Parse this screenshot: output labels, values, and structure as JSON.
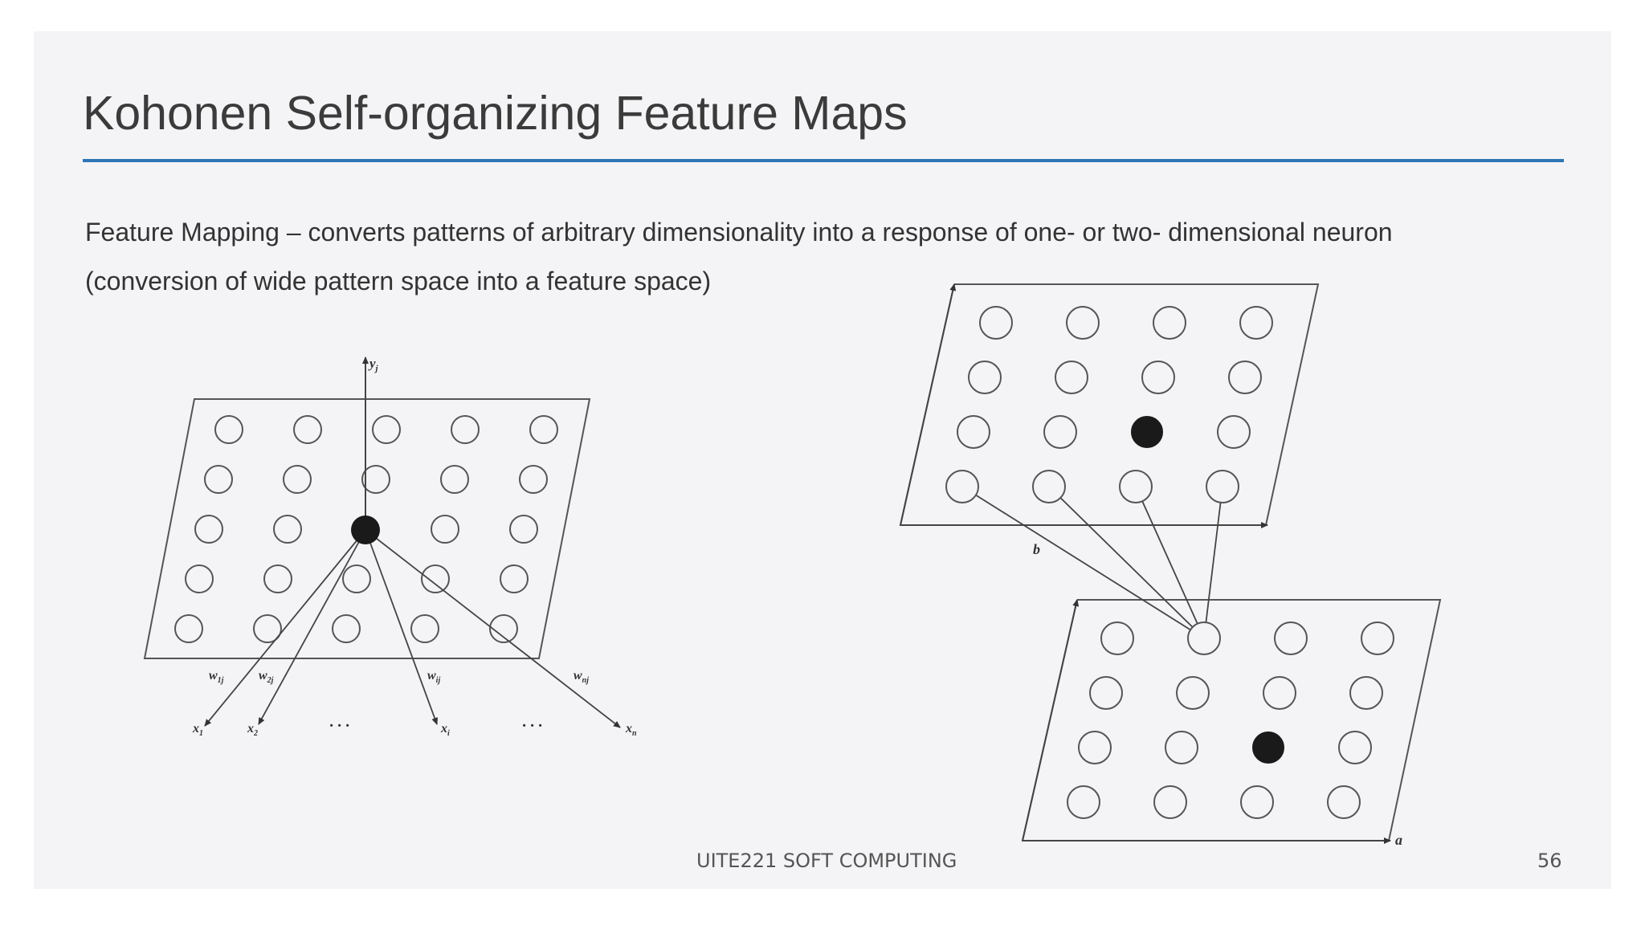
{
  "slide": {
    "title": "Kohonen Self-organizing Feature Maps",
    "body_line1": "Feature Mapping – converts patterns of arbitrary dimensionality into a response of one- or two- dimensional neuron",
    "body_line2": "(conversion of wide pattern space into a feature space)",
    "footer_center": "UITE221 SOFT COMPUTING",
    "page_number": "56"
  },
  "left_diagram": {
    "output_label": "y",
    "output_label_sub": "j",
    "weight_labels": [
      {
        "base": "w",
        "sub": "1j"
      },
      {
        "base": "w",
        "sub": "2j"
      },
      {
        "base": "w",
        "sub": "ij"
      },
      {
        "base": "w",
        "sub": "nj"
      }
    ],
    "input_labels": [
      {
        "base": "x",
        "sub": "1"
      },
      {
        "base": "x",
        "sub": "2"
      },
      {
        "base": "x",
        "sub": "i"
      },
      {
        "base": "x",
        "sub": "n"
      }
    ],
    "ellipsis": "· · ·"
  },
  "right_diagram": {
    "top_axis_label": "b",
    "bottom_axis_label": "a"
  }
}
